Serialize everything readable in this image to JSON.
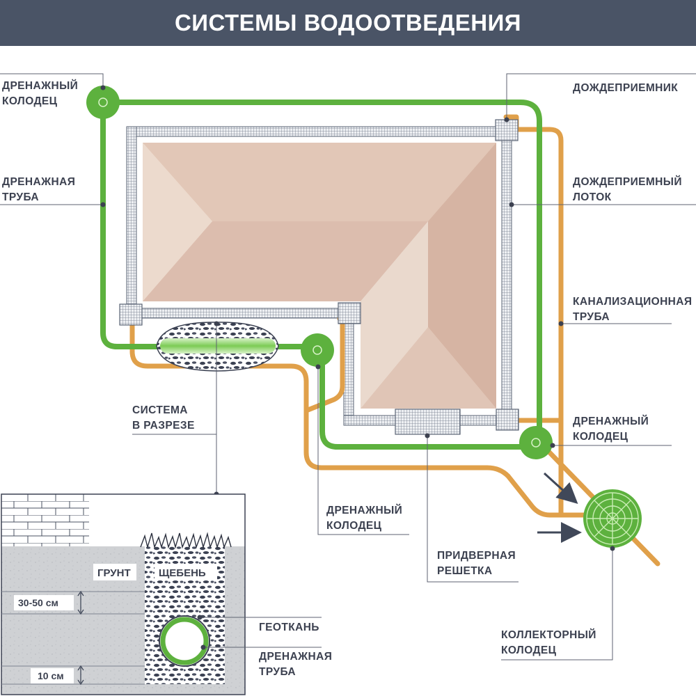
{
  "title": "СИСТЕМЫ ВОДООТВЕДЕНИЯ",
  "labels": {
    "drain_well_tl": [
      "ДРЕНАЖНЫЙ",
      "КОЛОДЕЦ"
    ],
    "drain_pipe_left": [
      "ДРЕНАЖНАЯ",
      "ТРУБА"
    ],
    "storm_inlet": [
      "ДОЖДЕПРИЕМНИК"
    ],
    "storm_channel": [
      "ДОЖДЕПРИЕМНЫЙ",
      "ЛОТОК"
    ],
    "sewer_pipe": [
      "КАНАЛИЗАЦИОННАЯ",
      "ТРУБА"
    ],
    "drain_well_right": [
      "ДРЕНАЖНЫЙ",
      "КОЛОДЕЦ"
    ],
    "system_section": [
      "СИСТЕМА",
      "В РАЗРЕЗЕ"
    ],
    "drain_well_center": [
      "ДРЕНАЖНЫЙ",
      "КОЛОДЕЦ"
    ],
    "door_grate": [
      "ПРИДВЕРНАЯ",
      "РЕШЕТКА"
    ],
    "collector_well": [
      "КОЛЛЕКТОРНЫЙ",
      "КОЛОДЕЦ"
    ],
    "geotextile": [
      "ГЕОТКАНЬ"
    ],
    "drain_pipe_section": [
      "ДРЕНАЖНАЯ",
      "ТРУБА"
    ]
  },
  "section": {
    "soil": "ГРУНТ",
    "gravel": "ЩЕБЕНЬ",
    "depth_top": "30-50 см",
    "depth_bottom": "10 см"
  },
  "colors": {
    "header_bg": "#4a5466",
    "drain_green": "#5db13e",
    "sewer_orange": "#e0a04a",
    "roof_light": "#ead6c8",
    "roof_mid": "#dfc2b2",
    "roof_dark": "#d6b4a3",
    "soil_grey": "#cfd1d4"
  }
}
